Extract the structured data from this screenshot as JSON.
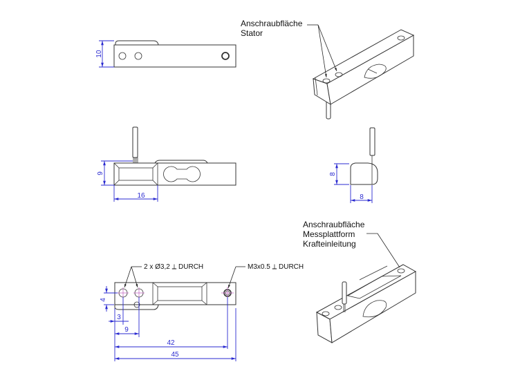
{
  "top_view": {
    "dim_height": "10"
  },
  "front_view": {
    "dim_height": "9",
    "dim_width": "16"
  },
  "end_view": {
    "dim_height": "8",
    "dim_width": "8"
  },
  "bottom_view": {
    "note_holes": "2 x Ø3,2 ⟂ DURCH",
    "note_thread": "M3x0.5 ⟂ DURCH",
    "dim_hole_offset_v": "4",
    "dim_hole1": "3",
    "dim_hole2": "9",
    "dim_thread": "42",
    "dim_length": "45"
  },
  "iso_stator": {
    "label_line1": "Anschraubfläche",
    "label_line2": "Stator"
  },
  "iso_platform": {
    "label_line1": "Anschraubfläche",
    "label_line2": "Messplattform",
    "label_line3": "Krafteinleitung"
  },
  "colors": {
    "dimension": "#2a2ad0",
    "centerline": "#c060c0",
    "outline": "#333333"
  }
}
